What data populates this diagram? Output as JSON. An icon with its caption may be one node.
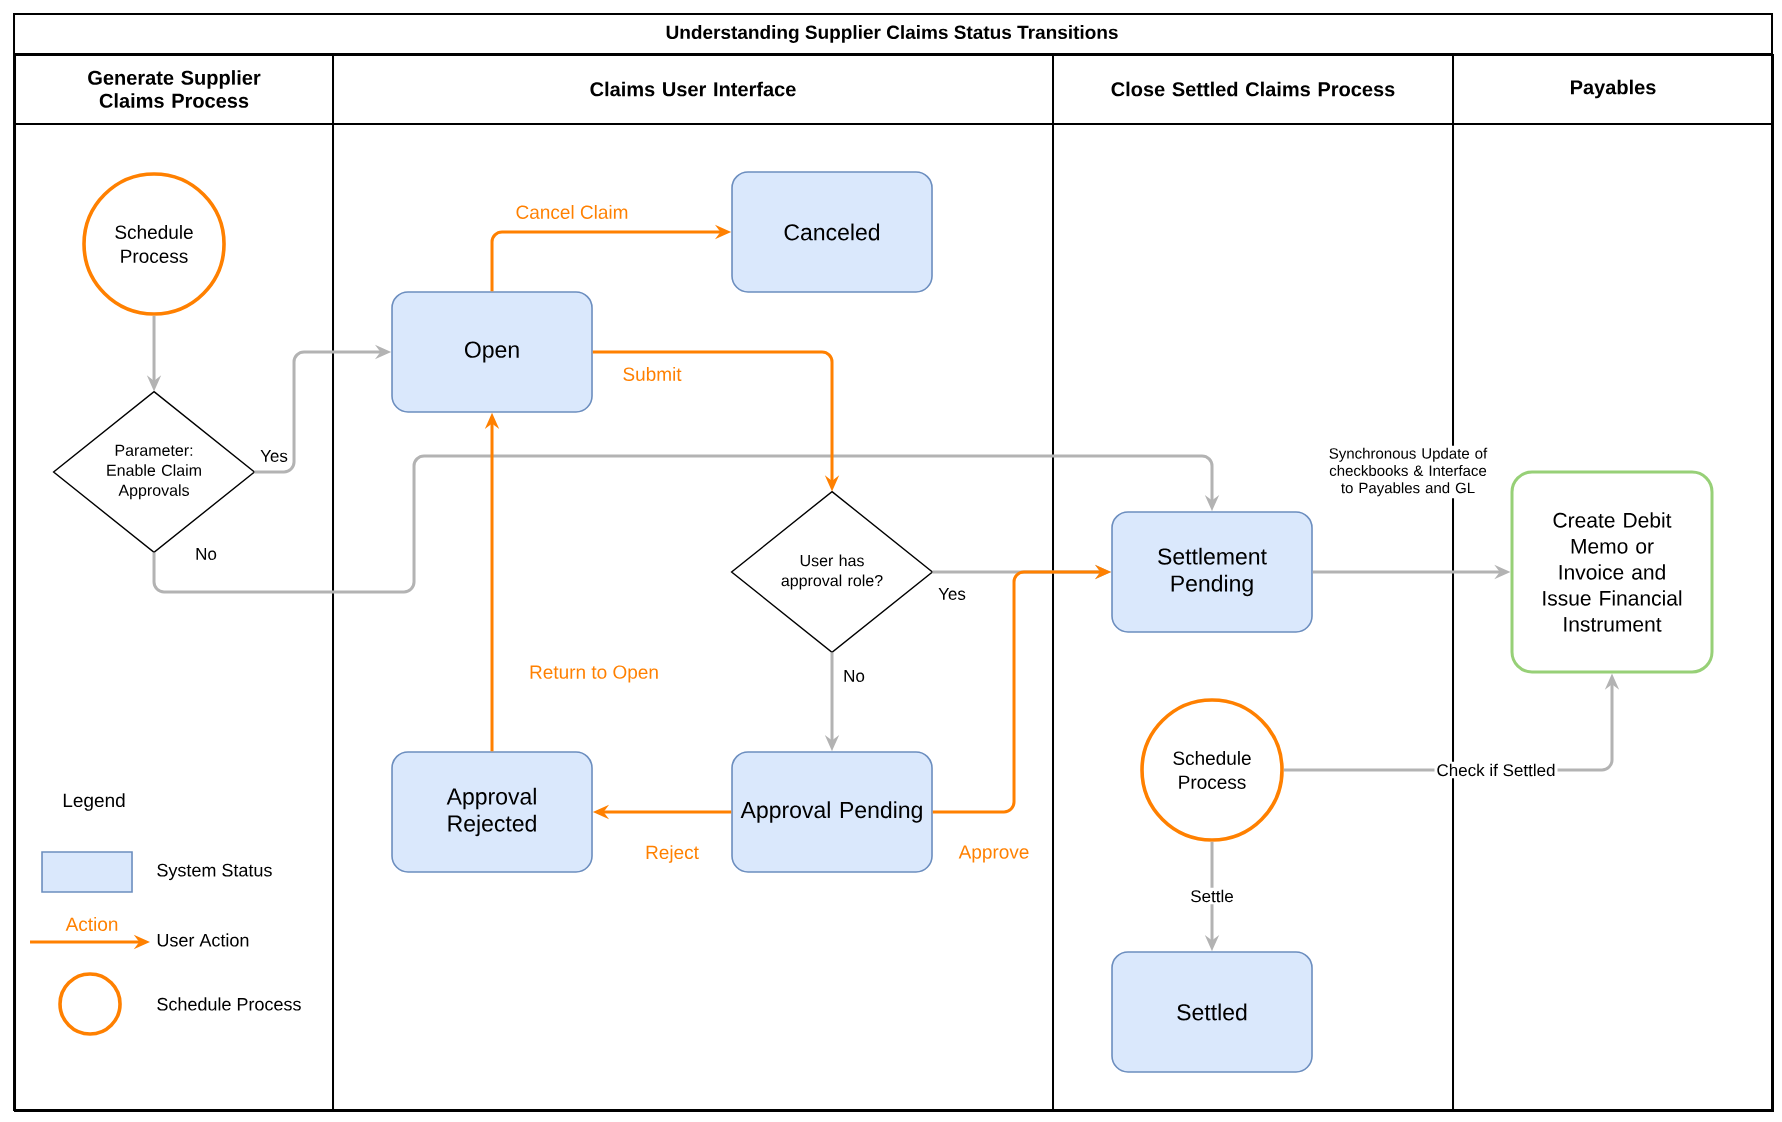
{
  "diagram": {
    "title": "Understanding Supplier Claims Status Transitions",
    "nodes": [
      {
        "text": [
          "Generate Supplier Claims Process"
        ]
      },
      {
        "text": [
          "Claims User Interface"
        ]
      },
      {
        "text": [
          "Close Settled Claims Process"
        ]
      },
      {
        "text": [
          "Payables"
        ]
      },
      {
        "text": [
          "Schedule Process"
        ],
        "in": 0
      },
      {
        "text": [
          "Parameter: Enable Claim Approvals"
        ],
        "in": 0
      },
      {
        "text": [
          "Open"
        ],
        "in": 1
      },
      {
        "text": [
          "Canceled"
        ],
        "in": 1
      },
      {
        "text": [
          "User has approval role?"
        ],
        "in": 1
      },
      {
        "text": [
          "Approval Rejected"
        ],
        "in": 1
      },
      {
        "text": [
          "Approval Pending"
        ],
        "in": 1
      },
      {
        "text": [
          "Settlement Pending"
        ],
        "in": 2
      },
      {
        "text": [
          "Schedule Process"
        ],
        "in": 2
      },
      {
        "text": [
          "Settled"
        ],
        "in": 2
      },
      {
        "text": [
          "Create Debit Memo or Invoice and Issue Financial Instrument"
        ],
        "in": 3
      }
    ],
    "edges": [
      {
        "from": 4,
        "to": 5,
        "arrow": "to"
      },
      {
        "from": 5,
        "to": 6,
        "arrow": "to",
        "label": "Yes"
      },
      {
        "from": 5,
        "to": 11,
        "arrow": "to",
        "label": "No"
      },
      {
        "from": 6,
        "to": 7,
        "arrow": "to",
        "label": "Cancel Claim",
        "color": "#ff8000"
      },
      {
        "from": 6,
        "to": 8,
        "arrow": "to",
        "label": "Submit",
        "color": "#ff8000"
      },
      {
        "from": 8,
        "to": 11,
        "arrow": "to",
        "label": "Yes"
      },
      {
        "from": 8,
        "to": 10,
        "arrow": "to",
        "label": "No"
      },
      {
        "from": 10,
        "to": 9,
        "arrow": "to",
        "label": "Reject",
        "color": "#ff8000"
      },
      {
        "from": 9,
        "to": 6,
        "arrow": "to",
        "label": "Return to Open",
        "color": "#ff8000"
      },
      {
        "from": 10,
        "to": 11,
        "arrow": "to",
        "label": "Approve",
        "color": "#ff8000"
      },
      {
        "from": 11,
        "to": 14,
        "arrow": "to",
        "label": "Synchronous Update of checkbooks & Interface to Payables and GL"
      },
      {
        "from": 12,
        "to": 14,
        "arrow": "to",
        "label": "Check if Settled"
      },
      {
        "from": 12,
        "to": 13,
        "arrow": "to",
        "label": "Settle"
      }
    ],
    "labels": [
      "Legend",
      "Action"
    ],
    "legend": [
      {
        "text": "System Status",
        "color": "#dae8fc"
      },
      {
        "text": "User Action"
      },
      {
        "text": "Schedule Process"
      }
    ]
  }
}
